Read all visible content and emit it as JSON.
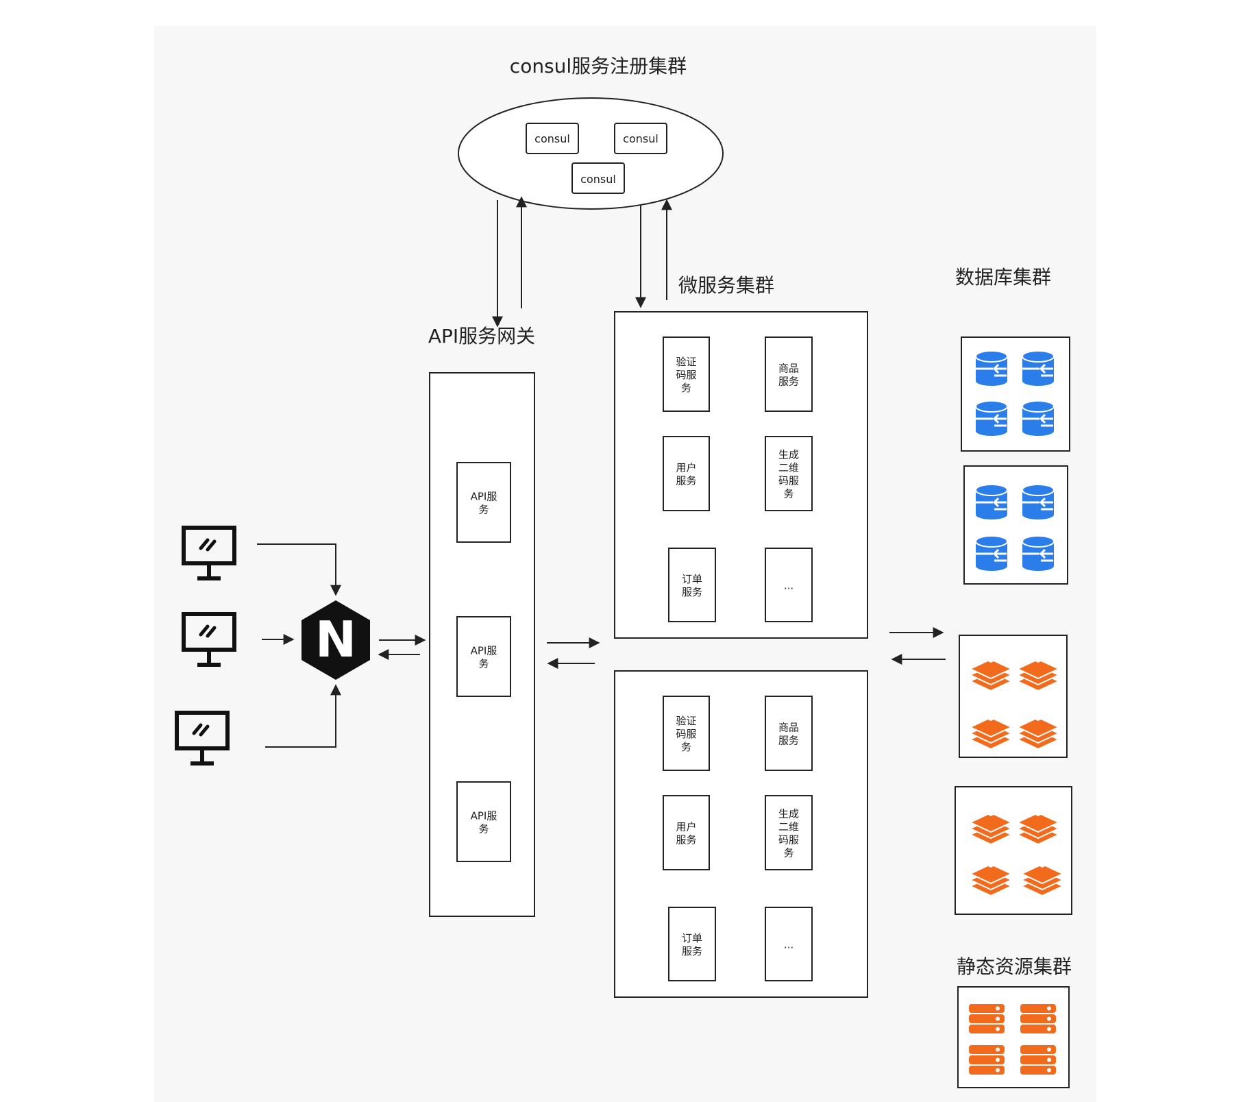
{
  "titles": {
    "consul_cluster": "consul服务注册集群",
    "gateway": "API服务网关",
    "microservice_cluster": "微服务集群",
    "database_cluster": "数据库集群",
    "static_cluster": "静态资源集群"
  },
  "consul": {
    "nodes": [
      "consul",
      "consul",
      "consul"
    ]
  },
  "gateway": {
    "services": [
      "API服\n务",
      "API服\n务",
      "API服\n务"
    ]
  },
  "microservice_clusters": [
    {
      "services": [
        "验证\n码服\n务",
        "商品\n服务",
        "用户\n服务",
        "生成\n二维\n码服\n务",
        "订单\n服务",
        "..."
      ]
    },
    {
      "services": [
        "验证\n码服\n务",
        "商品\n服务",
        "用户\n服务",
        "生成\n二维\n码服\n务",
        "订单\n服务",
        "..."
      ]
    }
  ],
  "load_balancer": {
    "letter": "N",
    "icon": "nginx-icon"
  },
  "clients": {
    "icon": "monitor-icon",
    "count": 3
  },
  "colors": {
    "background_panel": "#f7f7f7",
    "database_blue": "#2b7de9",
    "cache_orange": "#f26b1d",
    "static_orange": "#f26b1d",
    "ink": "#222222"
  }
}
